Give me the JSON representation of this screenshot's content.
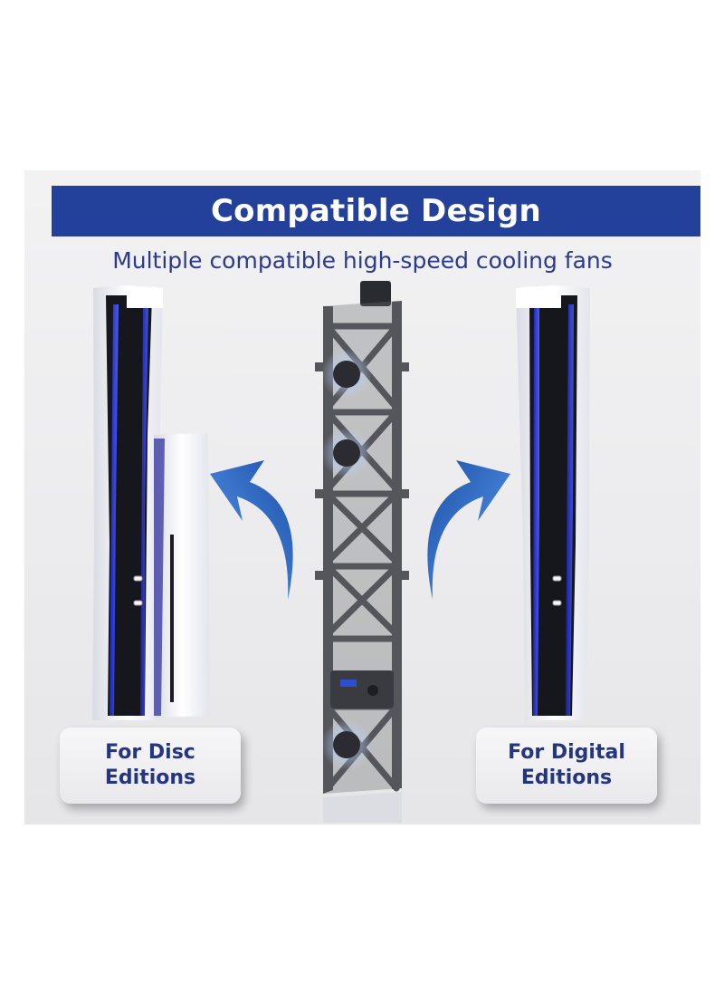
{
  "banner": {
    "title": "Compatible Design"
  },
  "subtitle": "Multiple compatible high-speed cooling fans",
  "labels": {
    "left": {
      "line1": "For Disc",
      "line2": "Editions"
    },
    "right": {
      "line1": "For Digital",
      "line2": "Editions"
    }
  },
  "colors": {
    "banner": "#23409b",
    "text": "#2a3a8c",
    "console_white": "#f4f5f8",
    "console_black": "#16171c",
    "accent_blue": "#2234c8",
    "arrow_blue": "#1f57b8",
    "stand_gray": "#55565b"
  },
  "icons": [
    "curved-arrow-left-icon",
    "curved-arrow-right-icon"
  ]
}
